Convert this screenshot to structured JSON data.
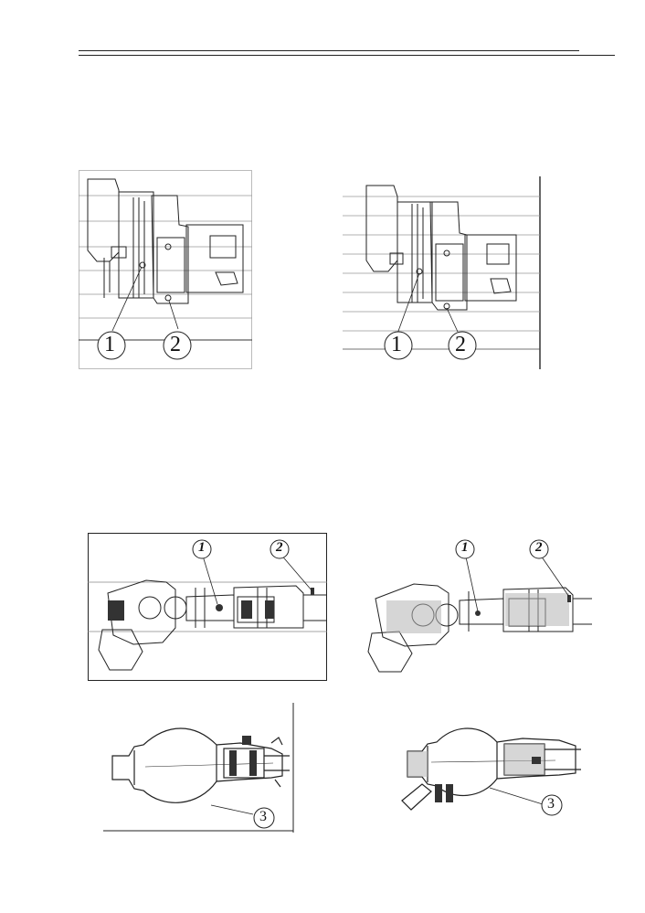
{
  "page": {
    "figures": {
      "gearbox_left": {
        "callouts": [
          "1",
          "2"
        ]
      },
      "gearbox_right": {
        "callouts": [
          "1",
          "2"
        ]
      },
      "axle_left": {
        "callouts": [
          "1",
          "2"
        ]
      },
      "axle_right": {
        "callouts": [
          "1",
          "2"
        ]
      },
      "housing_left": {
        "callouts": [
          "3"
        ]
      },
      "housing_right": {
        "callouts": [
          "3"
        ]
      }
    }
  }
}
